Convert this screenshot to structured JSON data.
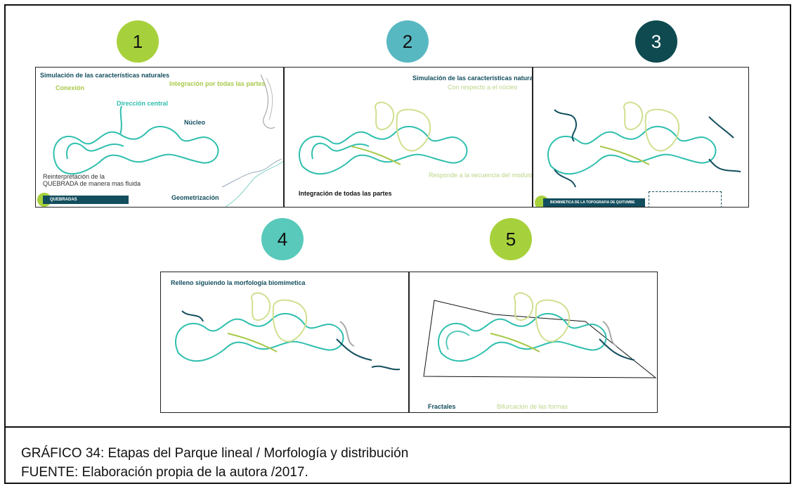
{
  "steps": [
    "1",
    "2",
    "3",
    "4",
    "5"
  ],
  "colors": {
    "lime": "#a7d13c",
    "teal_mid": "#58b8c2",
    "teal_dark": "#0e4a50",
    "teal_light": "#58c9bb",
    "lime2": "#a7d13c",
    "line_teal": "#2fbfae",
    "line_dark": "#134e5e",
    "line_green": "#a8c94a",
    "line_pale": "#cfe08f"
  },
  "panel1": {
    "title": "Simulación de las características naturales",
    "conexion": "Conexión",
    "integracion": "Integración por todas las partes",
    "direccion": "Dirección central",
    "nucleo": "Núcleo",
    "reinterpretacion": "Reinterpretación de la QUEBRADA de manera mas fluida",
    "geometrizacion": "Geometrización",
    "bar": "QUEBRADAS"
  },
  "panel2": {
    "title": "Simulación de las características naturales",
    "subtitle": "Con respecto a el núcleo",
    "responde": "Responde a la secuencia del modulo",
    "integracion": "Integración de todas las partes"
  },
  "panel3": {
    "bar": "BIOMIMETICA DE LA TOPOGRAFIA DE QUITUMBE"
  },
  "panel4": {
    "title": "Relleno siguiendo la morfología biomimetica"
  },
  "panel5": {
    "fractales": "Fractales",
    "bifurcacion": "Bifurcacion de las formas"
  },
  "caption": {
    "line1": "GRÁFICO 34: Etapas del Parque lineal / Morfología y distribución",
    "line2": "FUENTE:  Elaboración propia de la autora /2017."
  }
}
